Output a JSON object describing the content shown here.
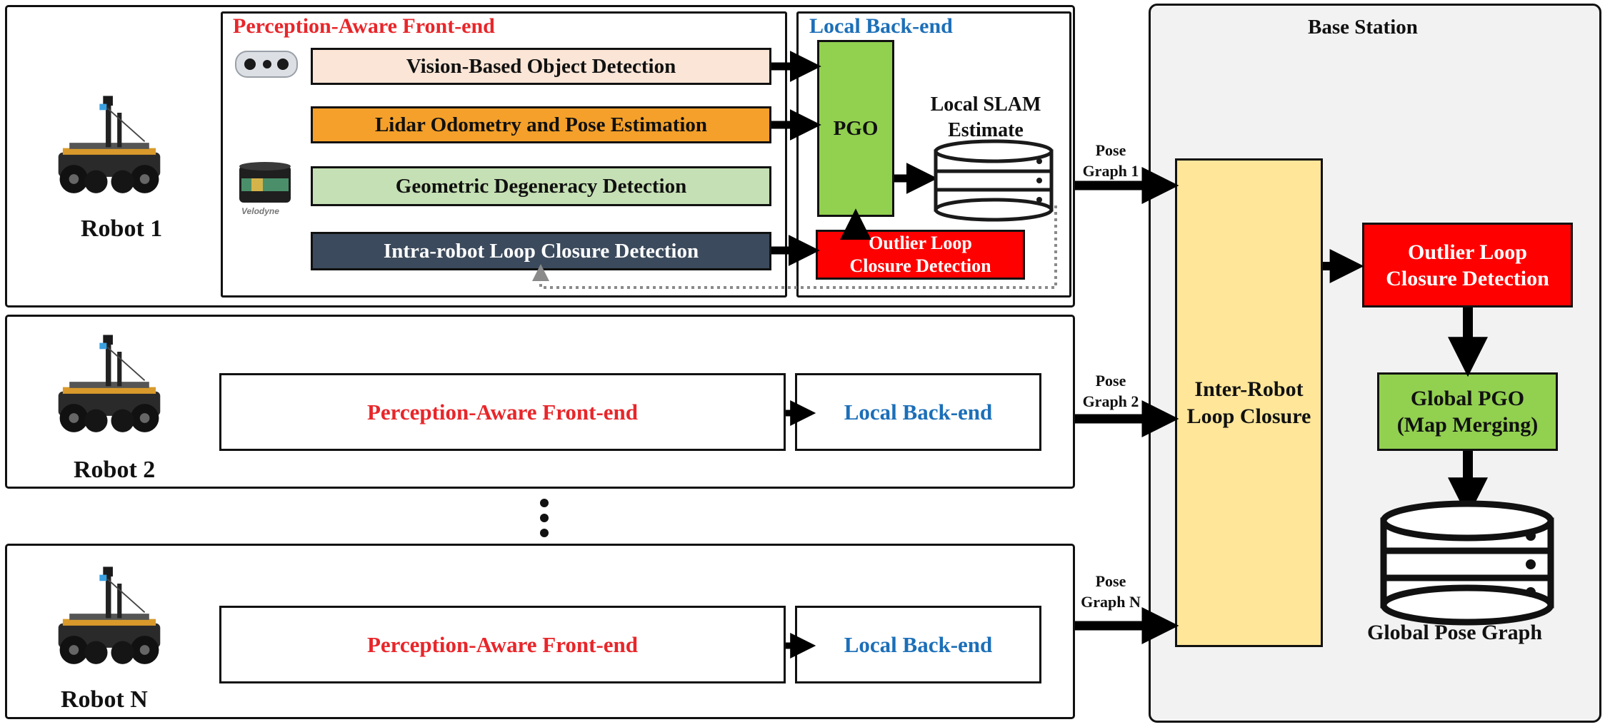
{
  "colors": {
    "red": "#e8262a",
    "blue": "#1c6fb8",
    "pgo_green": "#92d050",
    "vision_fill": "#fbe5d6",
    "lidar_fill": "#f4a02a",
    "geo_fill": "#c5e0b4",
    "intra_fill": "#3b4a5c",
    "inter_fill": "#ffe699",
    "station_fill": "#f2f2f2"
  },
  "robot1": {
    "name": "Robot 1",
    "frontend_title": "Perception-Aware Front-end",
    "backend_title": "Local Back-end",
    "modules": [
      "Vision-Based Object Detection",
      "Lidar Odometry and Pose Estimation",
      "Geometric Degeneracy Detection",
      "Intra-robot Loop Closure Detection"
    ],
    "pgo": "PGO",
    "slam_label_line1": "Local SLAM",
    "slam_label_line2": "Estimate",
    "outlier_line1": "Outlier Loop",
    "outlier_line2": "Closure Detection",
    "pose_graph_line1": "Pose",
    "pose_graph_line2": "Graph 1"
  },
  "robot2": {
    "name": "Robot 2",
    "frontend": "Perception-Aware Front-end",
    "backend": "Local Back-end",
    "pose_graph_line1": "Pose",
    "pose_graph_line2": "Graph 2"
  },
  "robotN": {
    "name": "Robot N",
    "frontend": "Perception-Aware Front-end",
    "backend": "Local Back-end",
    "pose_graph_line1": "Pose",
    "pose_graph_line2": "Graph N"
  },
  "base_station": {
    "title": "Base Station",
    "inter_line1": "Inter-Robot",
    "inter_line2": "Loop Closure",
    "outlier_line1": "Outlier Loop",
    "outlier_line2": "Closure Detection",
    "global_pgo_line1": "Global PGO",
    "global_pgo_line2": "(Map Merging)",
    "global_graph": "Global Pose Graph"
  },
  "sensor_logos": {
    "lidar_brand": "Velodyne"
  },
  "icons": [
    "robot-icon",
    "camera-icon",
    "lidar-icon",
    "database-icon",
    "ellipsis-icon"
  ]
}
